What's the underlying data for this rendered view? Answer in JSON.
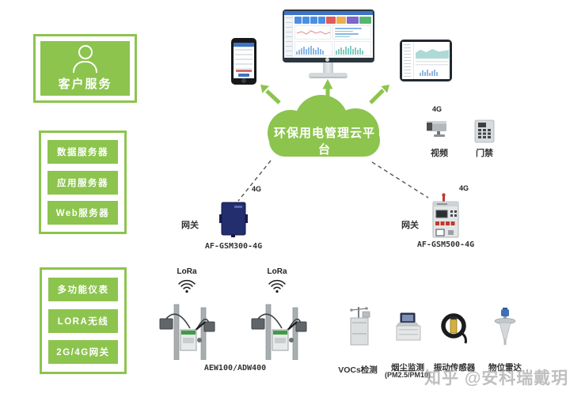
{
  "colors": {
    "accent_green": "#8CC44E",
    "text_dark": "#333333",
    "gateway_navy": "#232e6e",
    "antenna_red": "#c0392b"
  },
  "customer_service": {
    "label": "客户服务"
  },
  "server_stack": {
    "items": [
      "数据服务器",
      "应用服务器",
      "Web服务器"
    ]
  },
  "edge_stack": {
    "items": [
      "多功能仪表",
      "LORA无线",
      "2G/4G网关"
    ]
  },
  "cloud": {
    "label": "环保用电管理云平台"
  },
  "net_labels": {
    "camera_4g": "4G",
    "left_4g": "4G",
    "right_4g": "4G"
  },
  "lora": {
    "left": "LoRa",
    "right": "LoRa"
  },
  "gateway_left": {
    "label": "网关",
    "model": "AF-GSM300-4G"
  },
  "gateway_right": {
    "label": "网关",
    "model": "AF-GSM500-4G"
  },
  "side_devices": {
    "camera": "视频",
    "door": "门禁"
  },
  "field_devices": {
    "meters": "AEW100/ADW400",
    "vocs": "VOCs检测",
    "dust": "烟尘监测",
    "dust_sub": "(PM2.5/PM10)",
    "vibration": "振动传感器",
    "radar": "物位雷达"
  },
  "watermark": {
    "text": "知乎 @安科瑞戴玥"
  }
}
